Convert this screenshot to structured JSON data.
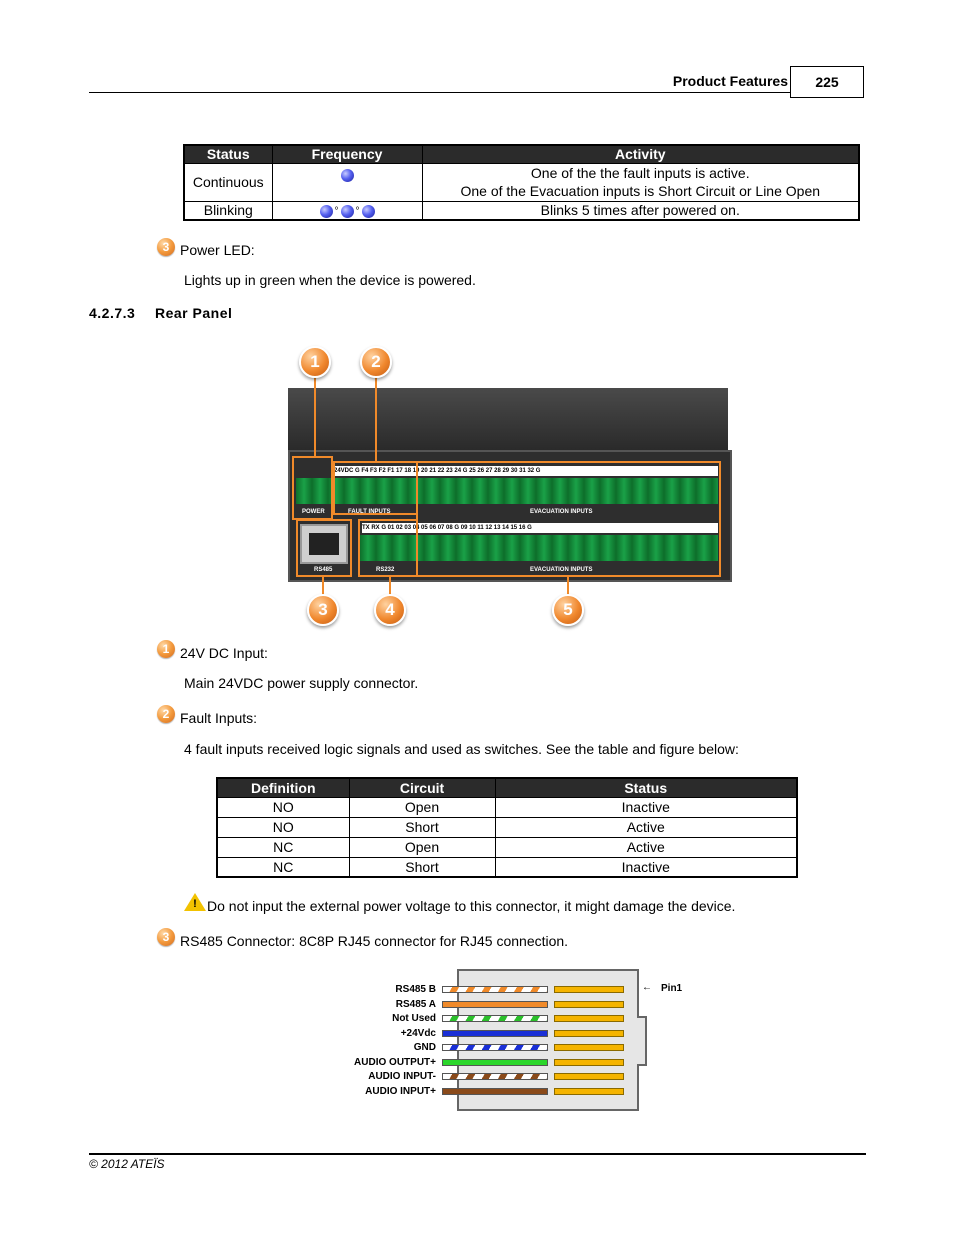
{
  "header": {
    "title": "Product Features",
    "page": "225"
  },
  "led_table": {
    "headers": [
      "Status",
      "Frequency",
      "Activity"
    ],
    "rows": [
      {
        "status": "Continuous",
        "activity_1": "One of the the fault inputs is active.",
        "activity_2": "One of the Evacuation inputs is Short Circuit or Line Open"
      },
      {
        "status": "Blinking",
        "activity_1": "Blinks 5 times after powered on."
      }
    ]
  },
  "power_led": {
    "badge": "3",
    "title": "Power LED:",
    "desc": "Lights up in green when the device is powered."
  },
  "section": {
    "number": "4.2.7.3",
    "title": "Rear Panel"
  },
  "panel": {
    "callouts": [
      "1",
      "2",
      "3",
      "4",
      "5"
    ],
    "top_strip": "24VDC  G  F4  F3  F2  F1   17  18  19  20  21  22  23  24  G   25  26  27  28  29  30  31  32  G",
    "bottom_strip": "TX  RX  G   01  02  03  04  05  06  07  08  G   09  10  11  12  13  14  15  16  G",
    "label_power": "POWER",
    "label_fault": "FAULT INPUTS",
    "label_evac_top": "EVACUATION INPUTS",
    "label_rs485": "RS485",
    "label_rs232": "RS232",
    "label_evac_bottom": "EVACUATION INPUTS"
  },
  "items": [
    {
      "badge": "1",
      "title": "24V DC Input:",
      "desc": "Main 24VDC power supply connector."
    },
    {
      "badge": "2",
      "title": "Fault Inputs:",
      "desc": "4 fault inputs received logic signals and used as switches. See the table and figure below:"
    }
  ],
  "fault_table": {
    "headers": [
      "Definition",
      "Circuit",
      "Status"
    ],
    "rows": [
      [
        "NO",
        "Open",
        "Inactive"
      ],
      [
        "NO",
        "Short",
        "Active"
      ],
      [
        "NC",
        "Open",
        "Active"
      ],
      [
        "NC",
        "Short",
        "Inactive"
      ]
    ]
  },
  "warning": "Do not input the external power voltage to this connector, it might damage the device.",
  "rs485": {
    "badge": "3",
    "text": "RS485 Connector: 8C8P RJ45 connector for RJ45 connection."
  },
  "wiring": {
    "pin1": "Pin1",
    "labels": [
      "RS485 B",
      "RS485 A",
      "Not Used",
      "+24Vdc",
      "GND",
      "AUDIO OUTPUT+",
      "AUDIO INPUT-",
      "AUDIO INPUT+"
    ],
    "colors": [
      "#f08a2a",
      "#f08a2a",
      "#2bbf2b",
      "#1a2fd6",
      "#1a2fd6",
      "#2bd62b",
      "#8a4a1a",
      "#8a4a1a"
    ]
  },
  "footer": "© 2012 ATEÏS"
}
